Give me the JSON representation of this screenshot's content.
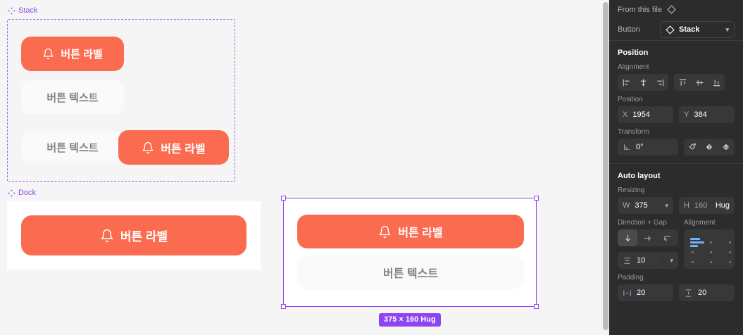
{
  "canvas": {
    "background": "#f5f5f5",
    "accent_orange": "#fa6b4f",
    "selection_purple": "#8d45f0",
    "component_purple": "#8b4ddb",
    "groups": [
      {
        "name": "Stack",
        "icon": "component-set-icon"
      },
      {
        "name": "Dock",
        "icon": "component-set-icon"
      }
    ],
    "stack_buttons": [
      {
        "label": "버튼 라벨",
        "style": "primary",
        "icon": "bell-icon"
      },
      {
        "label": "버튼 텍스트",
        "style": "secondary",
        "icon": "none"
      },
      {
        "label": "버튼 텍스트",
        "style": "secondary",
        "icon": "none"
      },
      {
        "label": "버튼 라벨",
        "style": "primary",
        "icon": "bell-icon"
      }
    ],
    "dock_buttons": [
      {
        "label": "버튼 라벨",
        "style": "primary",
        "icon": "bell-icon"
      }
    ],
    "selected_frame_buttons": [
      {
        "label": "버튼 라벨",
        "style": "primary",
        "icon": "bell-icon"
      },
      {
        "label": "버튼 텍스트",
        "style": "secondary",
        "icon": "none"
      }
    ],
    "size_badge": "375 × 160 Hug"
  },
  "panel": {
    "instance": {
      "source_label": "From this file",
      "source_icon": "component-diamond-icon",
      "property_label": "Button",
      "property_value": "Stack",
      "property_icon": "component-diamond-icon",
      "chevron": "chevron-down-icon"
    },
    "position": {
      "title": "Position",
      "alignment_label": "Alignment",
      "align_h_icons": [
        "align-left-icon",
        "align-center-horizontal-icon",
        "align-right-icon"
      ],
      "align_v_icons": [
        "align-top-icon",
        "align-center-vertical-icon",
        "align-bottom-icon"
      ],
      "position_label": "Position",
      "x_key": "X",
      "x_value": "1954",
      "y_key": "Y",
      "y_value": "384",
      "transform_label": "Transform",
      "rotation_key": "rotation-icon",
      "rotation_value": "0°",
      "transform_icons": [
        "rotate-icon",
        "flip-horizontal-icon",
        "flip-vertical-icon"
      ]
    },
    "auto_layout": {
      "title": "Auto layout",
      "resizing_label": "Resizing",
      "w_key": "W",
      "w_value": "375",
      "h_key": "H",
      "h_value": "160",
      "h_suffix": "Hug",
      "direction_gap_label": "Direction + Gap",
      "direction_icons": [
        "arrow-down-icon",
        "arrow-right-icon",
        "wrap-icon"
      ],
      "direction_active": "arrow-down-icon",
      "gap_icon": "gap-vertical-icon",
      "gap_value": "10",
      "gap_chevron": "chevron-down-icon",
      "alignment_label": "Alignment",
      "alignment_selected": "top-left",
      "padding_label": "Padding",
      "padding_h_icon": "padding-horizontal-icon",
      "padding_h_value": "20",
      "padding_v_icon": "padding-vertical-icon",
      "padding_v_value": "20"
    }
  }
}
